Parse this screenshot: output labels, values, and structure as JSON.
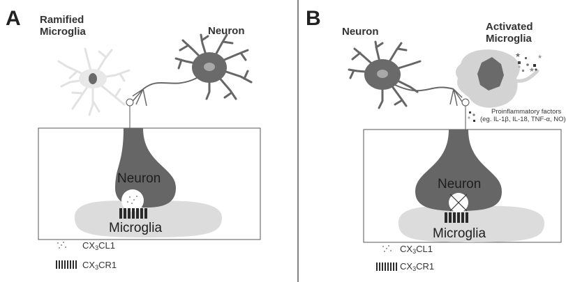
{
  "panel_a": {
    "letter": "A",
    "microglia_title_line1": "Ramified",
    "microglia_title_line2": "Microglia",
    "neuron_title": "Neuron",
    "inner_neuron": "Neuron",
    "inner_microglia": "Microglia"
  },
  "panel_b": {
    "letter": "B",
    "neuron_title": "Neuron",
    "microglia_title_line1": "Activated",
    "microglia_title_line2": "Microglia",
    "factors_line1": "Proinflammatory factors",
    "factors_line2": "(eg. IL-1β, IL-18, TNF-α, NO)",
    "inner_neuron": "Neuron",
    "inner_microglia": "Microglia"
  },
  "legend": {
    "ligand_prefix": "CX",
    "ligand_sub": "3",
    "ligand_suffix": "CL1",
    "receptor_prefix": "CX",
    "receptor_sub": "3",
    "receptor_suffix": "CR1"
  },
  "colors": {
    "neuron": "#666666",
    "microglia_ramified": "#e8e8e8",
    "microglia_activated": "#d3d3d3",
    "microglia_inner": "#dcdcdc",
    "box_border": "#555555"
  }
}
